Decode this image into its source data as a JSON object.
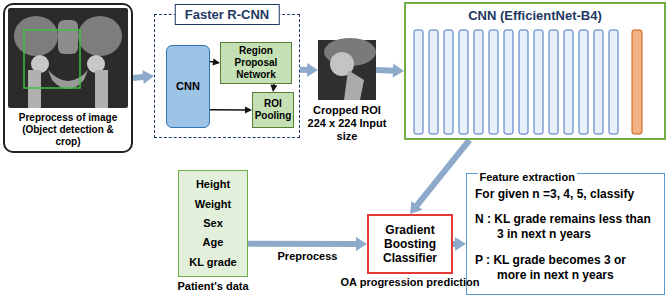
{
  "diagram": {
    "nodes": [
      {
        "text": [
          "Preprocess of image (Object detection & crop)"
        ]
      },
      {
        "text": [
          "Faster R-CNN"
        ]
      },
      {
        "text": [
          "CNN"
        ],
        "in": 1
      },
      {
        "text": [
          "Region Proposal Network"
        ],
        "in": 1
      },
      {
        "text": [
          "ROI Pooling"
        ],
        "in": 1
      },
      {
        "text": [
          "Cropped ROI 224 x 224 Input size"
        ]
      },
      {
        "text": [
          "CNN (EfficientNet-B4)"
        ]
      },
      {
        "text": [
          "Height",
          "Weight",
          "Sex",
          "Age",
          "KL grade",
          "Patient's data"
        ]
      },
      {
        "text": [
          "Gradient Boosting Classifier",
          "OA progression prediction"
        ]
      },
      {
        "text": [
          "For given n =3, 4, 5, classify",
          "N : KL grade remains less than 3 in next n years",
          "P : KL grade becomes 3 or more in next n years"
        ]
      }
    ],
    "edges": [
      {
        "from": 0,
        "to": 1,
        "arrow": "to"
      },
      {
        "from": 2,
        "to": 3,
        "arrow": "to"
      },
      {
        "from": 3,
        "to": 4,
        "arrow": "to"
      },
      {
        "from": 2,
        "to": 4,
        "arrow": "to"
      },
      {
        "from": 1,
        "to": 5,
        "arrow": "to"
      },
      {
        "from": 5,
        "to": 6,
        "arrow": "to"
      },
      {
        "from": 6,
        "to": 8,
        "label": "Feature extraction",
        "arrow": "to"
      },
      {
        "from": 7,
        "to": 8,
        "label": "Preprocess",
        "arrow": "to"
      },
      {
        "from": 8,
        "to": 9,
        "arrow": "to"
      }
    ]
  }
}
